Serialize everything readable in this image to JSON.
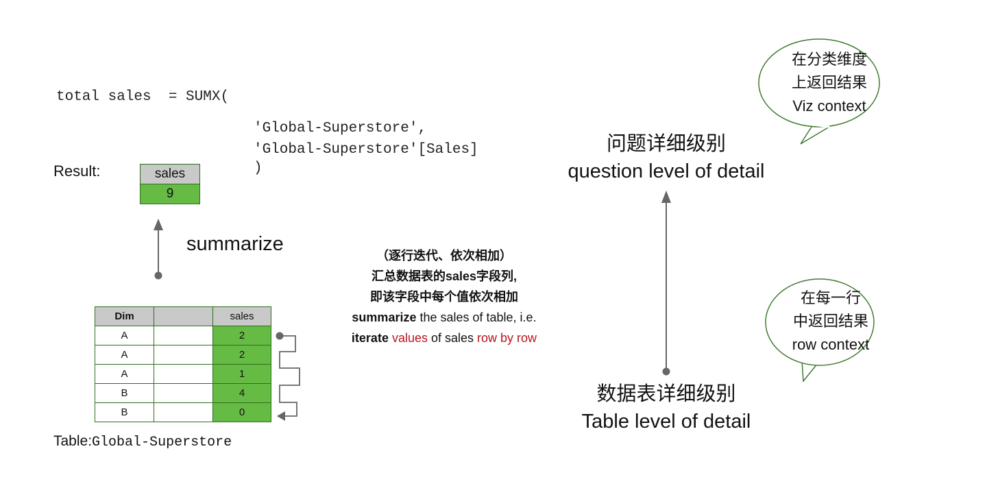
{
  "formula": {
    "line1": "total sales  = SUMX(",
    "line2": "'Global-Superstore',",
    "line3": "'Global-Superstore'[Sales]",
    "line4": ")"
  },
  "result": {
    "label": "Result:",
    "header": "sales",
    "value": "9"
  },
  "summarize_label": "summarize",
  "table": {
    "headers": [
      "Dim",
      "",
      "sales"
    ],
    "rows": [
      {
        "dim": "A",
        "blank": "",
        "sales": "2"
      },
      {
        "dim": "A",
        "blank": "",
        "sales": "2"
      },
      {
        "dim": "A",
        "blank": "",
        "sales": "1"
      },
      {
        "dim": "B",
        "blank": "",
        "sales": "4"
      },
      {
        "dim": "B",
        "blank": "",
        "sales": "0"
      }
    ],
    "caption_prefix": "Table:",
    "caption_name": "Global-Superstore"
  },
  "description": {
    "line1": "（逐行迭代、依次相加）",
    "line2": "汇总数据表的sales字段列,",
    "line3": "即该字段中每个值依次相加",
    "line4_bold": "summarize",
    "line4_rest": " the sales of table, i.e.",
    "line5_a": "iterate ",
    "line5_b": "values",
    "line5_c": " of sales ",
    "line5_d": "row by row"
  },
  "question_lod": {
    "zh": "问题详细级别",
    "en": "question level of detail"
  },
  "table_lod": {
    "zh": "数据表详细级别",
    "en": "Table level of detail"
  },
  "bubble_viz": {
    "line1": "在分类维度",
    "line2": "上返回结果",
    "line3": "Viz context"
  },
  "bubble_row": {
    "line1": "在每一行",
    "line2": "中返回结果",
    "line3": "row context"
  },
  "colors": {
    "green_fill": "#66bb44",
    "green_border": "#2d6e1e",
    "header_gray": "#c9c9c9",
    "accent_red": "#b8141e",
    "arrow_gray": "#666666"
  }
}
